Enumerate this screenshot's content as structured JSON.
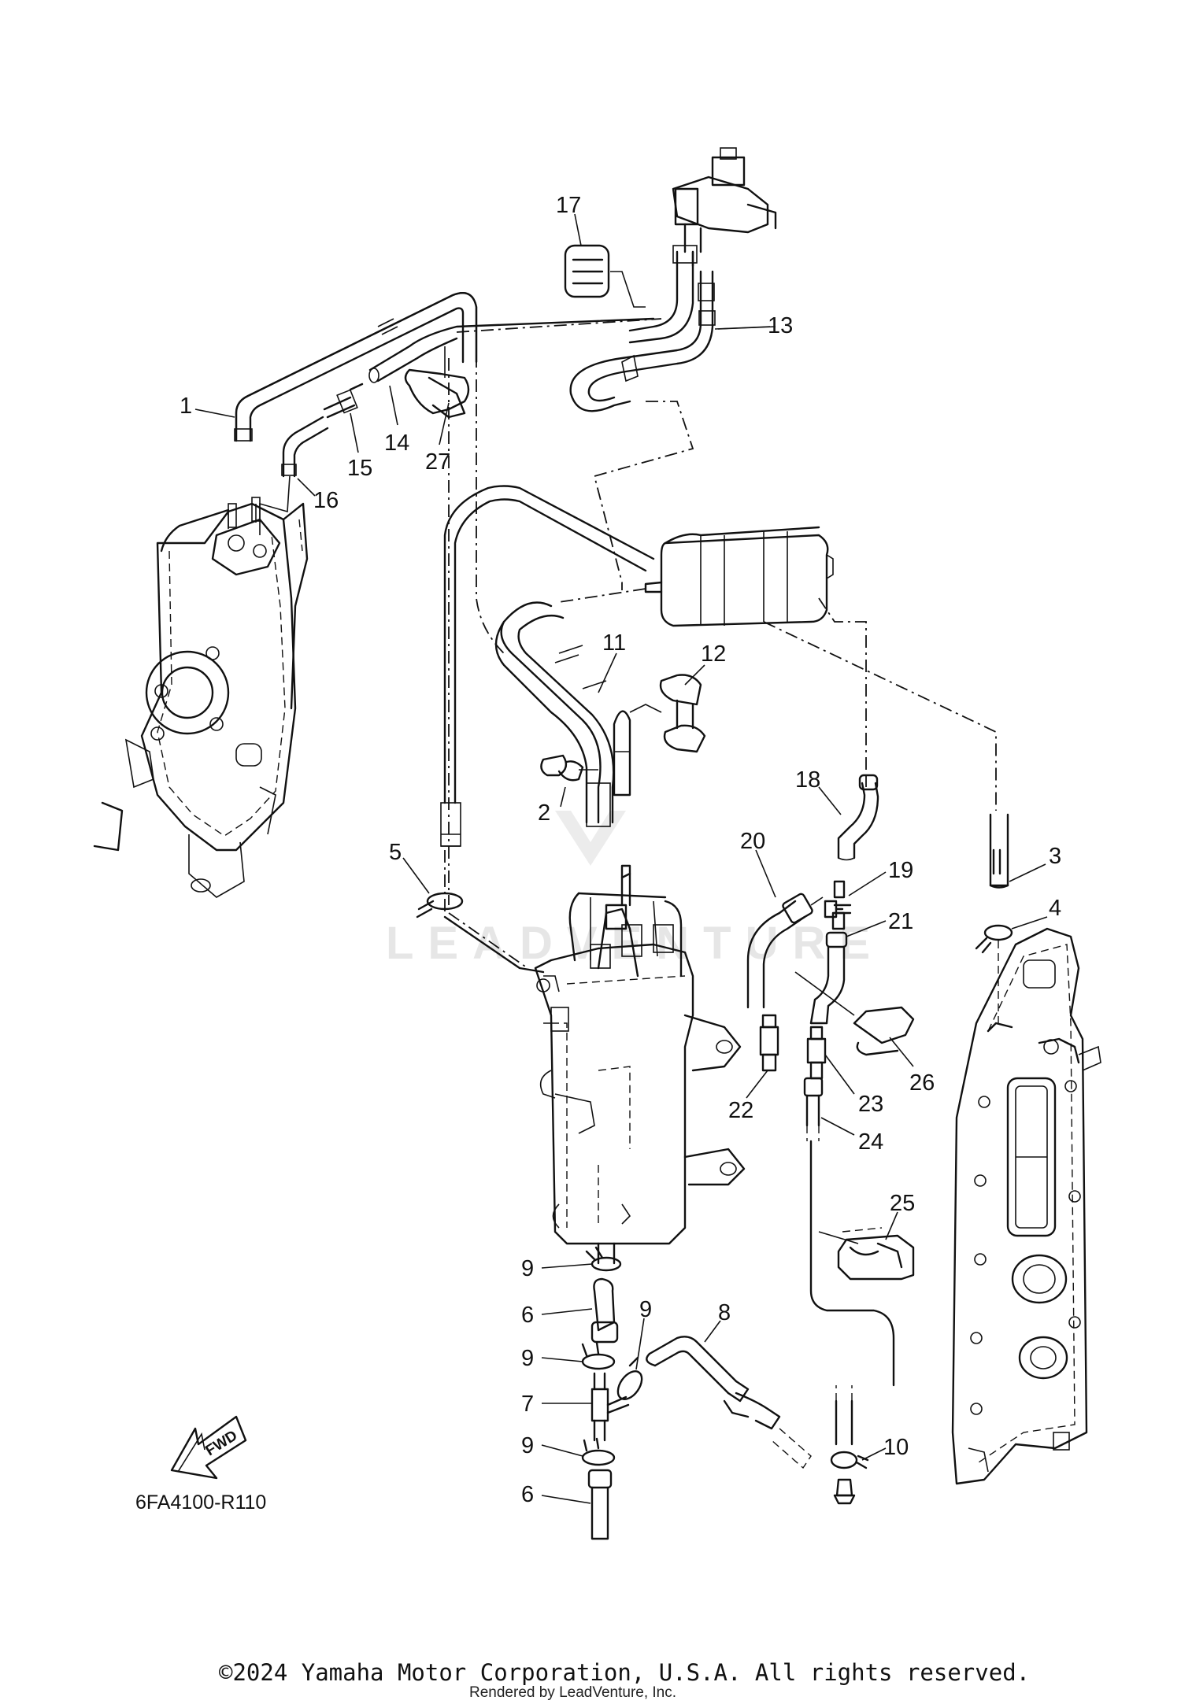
{
  "callouts": [
    "1",
    "2",
    "3",
    "4",
    "5",
    "6",
    "6",
    "7",
    "8",
    "9",
    "9",
    "9",
    "9",
    "10",
    "11",
    "12",
    "13",
    "14",
    "15",
    "16",
    "17",
    "18",
    "19",
    "20",
    "21",
    "22",
    "23",
    "24",
    "25",
    "26",
    "27"
  ],
  "diagram_code": "6FA4100-R110",
  "fwd_label": "FWD",
  "watermark": "LEADVENTURE",
  "copyright": "©2024 Yamaha Motor Corporation, U.S.A. All rights reserved.",
  "rendered_by": "Rendered by LeadVenture, Inc."
}
